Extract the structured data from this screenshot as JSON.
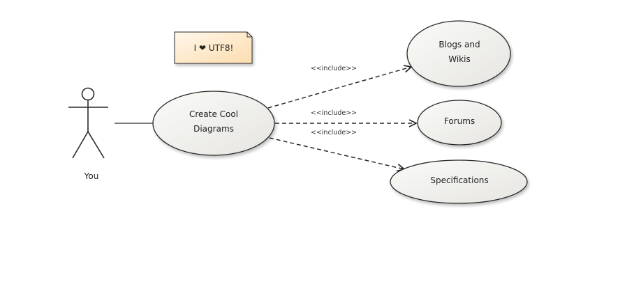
{
  "diagram": {
    "type": "uml-use-case",
    "note": {
      "text": "I ❤ UTF8!"
    },
    "actor": {
      "name": "You"
    },
    "use_cases": [
      {
        "id": "create",
        "lines": [
          "Create Cool",
          "Diagrams"
        ]
      },
      {
        "id": "blogs",
        "lines": [
          "Blogs and",
          "Wikis"
        ]
      },
      {
        "id": "forums",
        "lines": [
          "Forums"
        ]
      },
      {
        "id": "specs",
        "lines": [
          "Specifications"
        ]
      }
    ],
    "relations": [
      {
        "from": "You",
        "to": "create",
        "kind": "association",
        "label": ""
      },
      {
        "from": "create",
        "to": "blogs",
        "kind": "include",
        "label": "<<include>>"
      },
      {
        "from": "create",
        "to": "forums",
        "kind": "include",
        "label": "<<include>>"
      },
      {
        "from": "create",
        "to": "specs",
        "kind": "include",
        "label": "<<include>>"
      }
    ],
    "colors": {
      "note_fill_top": "#fff6e6",
      "note_fill_bottom": "#fde2b8",
      "usecase_fill_top": "#f8f8f6",
      "usecase_fill_bottom": "#e9e8e4",
      "stroke": "#2a2a2a"
    }
  }
}
